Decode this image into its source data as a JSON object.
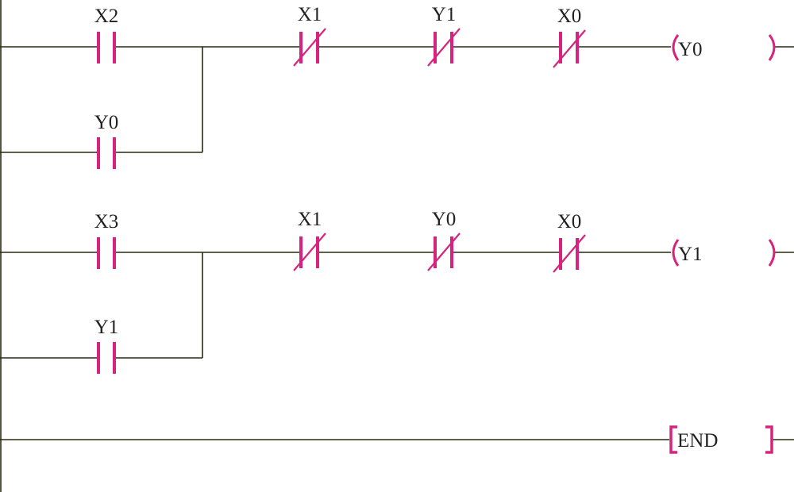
{
  "diagram": {
    "rungs": [
      {
        "branch_contacts": [
          {
            "label": "X2",
            "type": "NO"
          },
          {
            "label": "Y0",
            "type": "NO"
          }
        ],
        "series_contacts": [
          {
            "label": "X1",
            "type": "NC"
          },
          {
            "label": "Y1",
            "type": "NC"
          },
          {
            "label": "X0",
            "type": "NC"
          }
        ],
        "coil": {
          "label": "Y0"
        }
      },
      {
        "branch_contacts": [
          {
            "label": "X3",
            "type": "NO"
          },
          {
            "label": "Y1",
            "type": "NO"
          }
        ],
        "series_contacts": [
          {
            "label": "X1",
            "type": "NC"
          },
          {
            "label": "Y0",
            "type": "NC"
          },
          {
            "label": "X0",
            "type": "NC"
          }
        ],
        "coil": {
          "label": "Y1"
        }
      }
    ],
    "end_instruction": {
      "label": "END"
    },
    "colors": {
      "symbol": "#d6247e",
      "wire": "#2a2a14",
      "text": "#222222"
    }
  }
}
